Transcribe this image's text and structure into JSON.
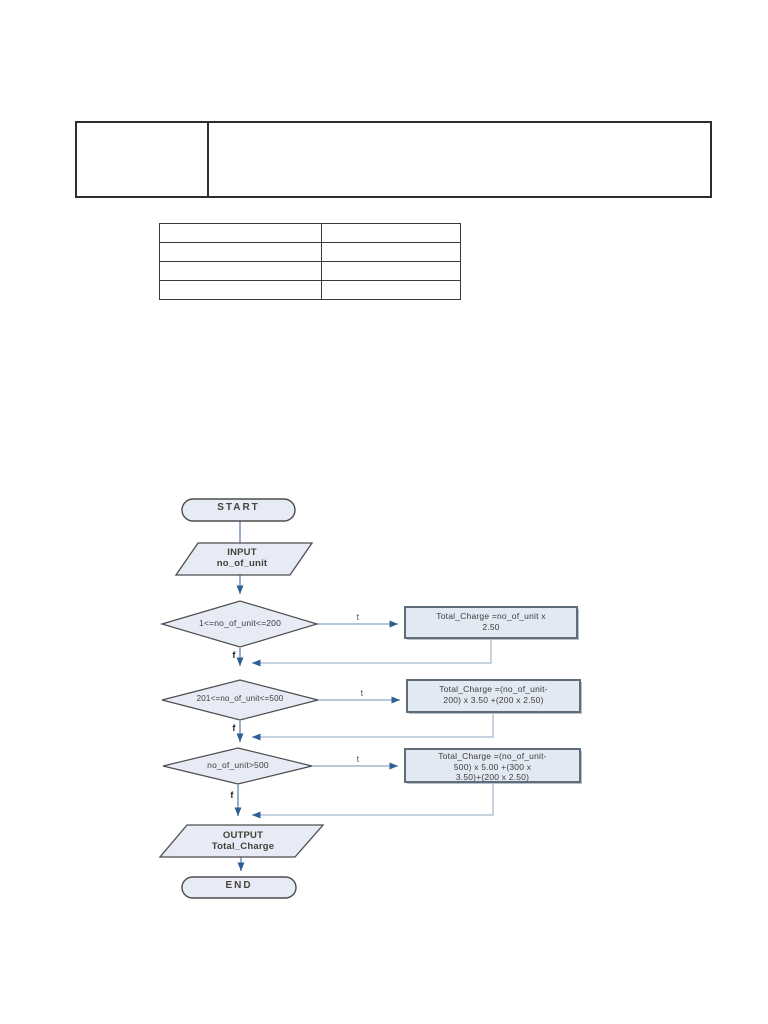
{
  "tables": {
    "header_table": {
      "rows": [
        [
          "",
          ""
        ]
      ]
    },
    "rate_table": {
      "rows": [
        [
          "",
          ""
        ],
        [
          "",
          ""
        ],
        [
          "",
          ""
        ],
        [
          "",
          ""
        ]
      ]
    }
  },
  "flowchart": {
    "colors": {
      "shape_fill": "#e6ebf5",
      "shape_border": "#4d4d4d",
      "box_fill": "#e3e9f3",
      "box_border": "#5f6c7a",
      "arrow_line": "#7a9cc0",
      "return_line": "#a3b6cb",
      "arrow_head": "#2e5f92"
    },
    "start": "START",
    "input": "INPUT\nno_of_unit",
    "decision1": "1<=no_of_unit<=200",
    "process1": "Total_Charge =no_of_unit x\n2.50",
    "decision2": "201<=no_of_unit<=500",
    "process2": "Total_Charge =(no_of_unit-\n200) x 3.50 +(200 x 2.50)",
    "decision3": "no_of_unit>500",
    "process3": "Total_Charge =(no_of_unit-\n500) x 5.00 +(300 x\n3.50)+(200 x 2.50)",
    "output": "OUTPUT\nTotal_Charge",
    "end": "END",
    "true_label": "t",
    "false_label": "f"
  }
}
